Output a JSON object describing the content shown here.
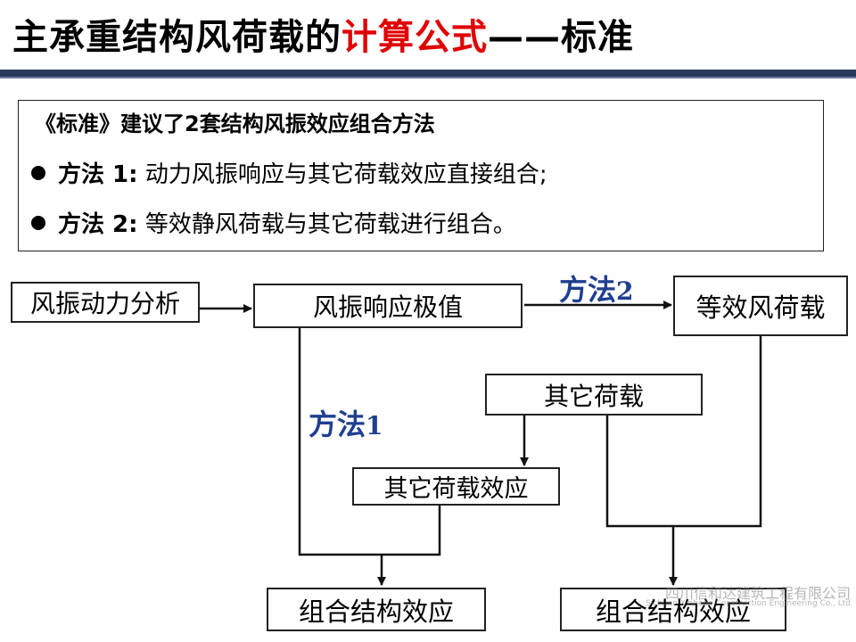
{
  "header": {
    "title_main": "主承重结构风荷载的",
    "title_highlight": "计算公式",
    "title_tail": "——标准"
  },
  "summary": {
    "heading": "《标准》建议了2套结构风振效应组合方法",
    "methods": [
      {
        "label": "方法 1:",
        "text": "动力风振响应与其它荷载效应直接组合;"
      },
      {
        "label": "方法 2:",
        "text": "等效静风荷载与其它荷载进行组合。"
      }
    ]
  },
  "diagram": {
    "nodes": {
      "dynamic_analysis": "风振动力分析",
      "response_extreme": "风振响应极值",
      "equivalent_load": "等效风荷载",
      "other_loads": "其它荷载",
      "other_load_effects": "其它荷载效应",
      "combo_left": "组合结构效应",
      "combo_right": "组合结构效应"
    },
    "edge_labels": {
      "method1_text": "方法",
      "method1_num": "1",
      "method2_text": "方法",
      "method2_num": "2"
    }
  },
  "watermark": {
    "cn": "四川信和达建筑工程有限公司",
    "en": "Sichuan Xinheda Construction Engineering Co., Ltd"
  },
  "colors": {
    "title_highlight": "#e00000",
    "method_label": "#1f3f8f"
  }
}
